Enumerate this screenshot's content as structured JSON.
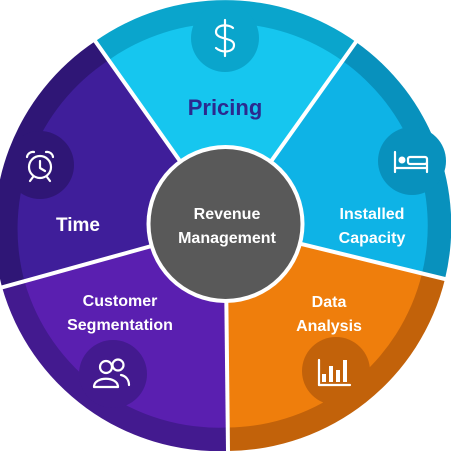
{
  "center": {
    "line1": "Revenue",
    "line2": "Management",
    "color": "#595959"
  },
  "segments": [
    {
      "key": "pricing",
      "lines": [
        "Pricing"
      ],
      "icon": "dollar-icon",
      "color": "#16c6ef",
      "rim": "#0aa5cc",
      "label_color": "#2b2a8f"
    },
    {
      "key": "installed-capacity",
      "lines": [
        "Installed",
        "Capacity"
      ],
      "icon": "bed-icon",
      "color": "#0eb3e6",
      "rim": "#0891bd"
    },
    {
      "key": "data-analysis",
      "lines": [
        "Data",
        "Analysis"
      ],
      "icon": "bar-chart-icon",
      "color": "#ef7e0c",
      "rim": "#c2620a"
    },
    {
      "key": "customer-segmentation",
      "lines": [
        "Customer",
        "Segmentation"
      ],
      "icon": "users-icon",
      "color": "#5a1fb0",
      "rim": "#431a8f"
    },
    {
      "key": "time",
      "lines": [
        "Time"
      ],
      "icon": "alarm-clock-icon",
      "color": "#3f1e9a",
      "rim": "#2f1676"
    }
  ]
}
